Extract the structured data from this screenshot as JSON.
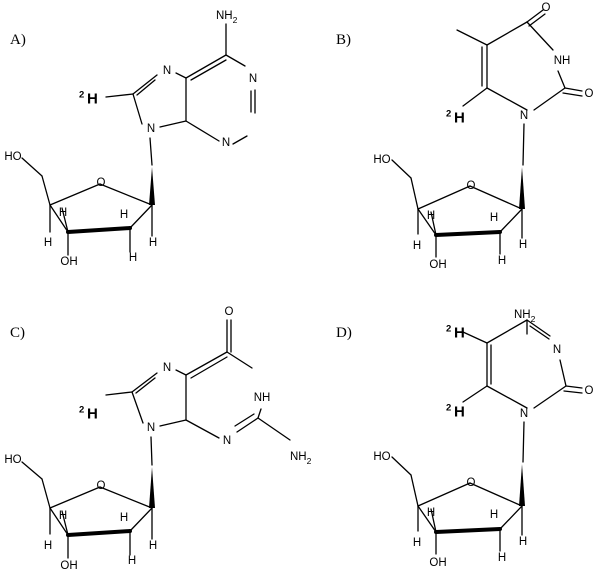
{
  "panels": [
    {
      "label": "A)",
      "atoms": {
        "nh2": "NH",
        "nh2_sub": "2",
        "n7": "N",
        "n1": "N",
        "n3": "N",
        "n9": "N",
        "o_ring": "O",
        "ho": "HO",
        "oh": "OH",
        "h": "H",
        "deut_sup": "2",
        "deut_h": "H"
      }
    },
    {
      "label": "B)",
      "atoms": {
        "o4": "O",
        "nh": "NH",
        "o2": "O",
        "n1": "N",
        "o_ring": "O",
        "ho": "HO",
        "oh": "OH",
        "h": "H",
        "deut_sup": "2",
        "deut_h": "H"
      }
    },
    {
      "label": "C)",
      "atoms": {
        "o6": "O",
        "nh": "NH",
        "n7": "N",
        "n3": "N",
        "n9": "N",
        "nh2": "NH",
        "nh2_sub": "2",
        "o_ring": "O",
        "ho": "HO",
        "oh": "OH",
        "h": "H",
        "deut_sup": "2",
        "deut_h": "H"
      }
    },
    {
      "label": "D)",
      "atoms": {
        "nh2": "NH",
        "nh2_sub": "2",
        "n3": "N",
        "o2": "O",
        "n1": "N",
        "o_ring": "O",
        "ho": "HO",
        "oh": "OH",
        "h": "H",
        "deut_sup": "2",
        "deut_h": "H"
      }
    }
  ]
}
